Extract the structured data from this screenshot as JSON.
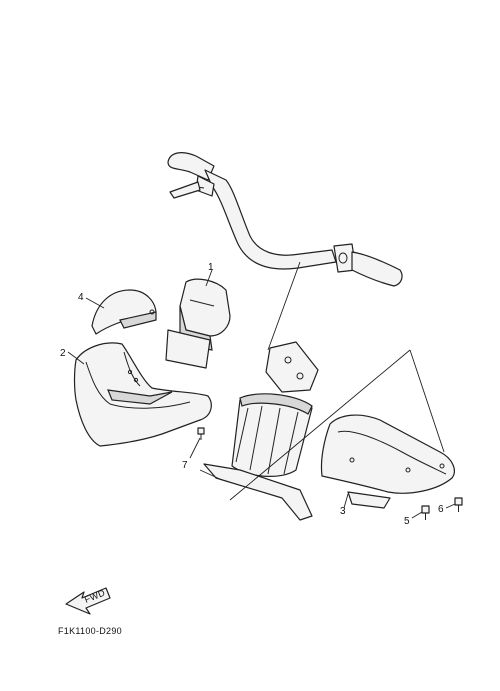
{
  "callouts": [
    {
      "id": "1",
      "text": "1"
    },
    {
      "id": "2",
      "text": "2"
    },
    {
      "id": "3",
      "text": "3"
    },
    {
      "id": "4",
      "text": "4"
    },
    {
      "id": "5",
      "text": "5"
    },
    {
      "id": "6",
      "text": "6"
    },
    {
      "id": "7",
      "text": "7"
    }
  ],
  "fwd_label": "FWD",
  "diagram_code": "F1K1100-D290"
}
